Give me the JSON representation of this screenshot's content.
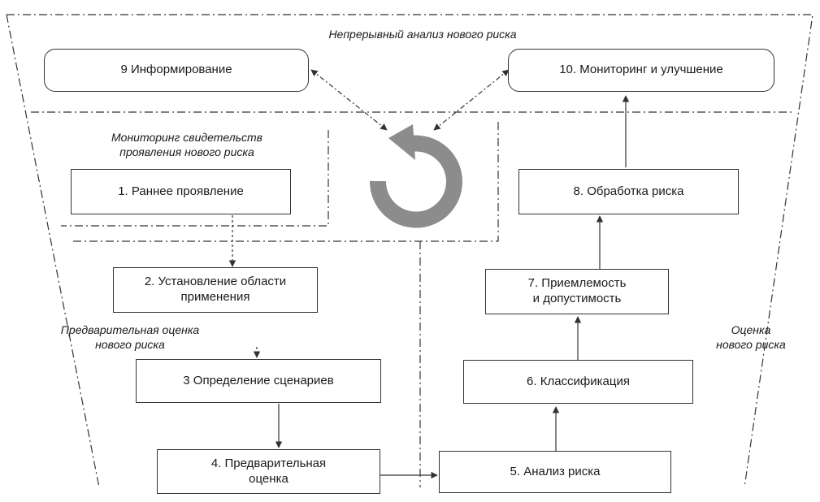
{
  "regions": {
    "continuous": "Непрерывный анализ нового риска",
    "monitoring": "Мониторинг свидетельств\nпроявления нового риска",
    "preliminary": "Предварительная оценка\nнового риска",
    "assessment": "Оценка\nнового риска"
  },
  "steps": {
    "s1": "1. Раннее проявление",
    "s2": "2. Установление области\nприменения",
    "s3": "3  Определение сценариев",
    "s4": "4. Предварительная\nоценка",
    "s5": "5. Анализ риска",
    "s6": "6. Классификация",
    "s7": "7. Приемлемость\nи допустимость",
    "s8": "8. Обработка риска",
    "s9": "9  Информирование",
    "s10": "10. Мониторинг и улучшение"
  },
  "colors": {
    "line": "#333333",
    "cycle": "#8c8c8c"
  },
  "icons": {
    "cycle": "circular-arrow-icon"
  }
}
